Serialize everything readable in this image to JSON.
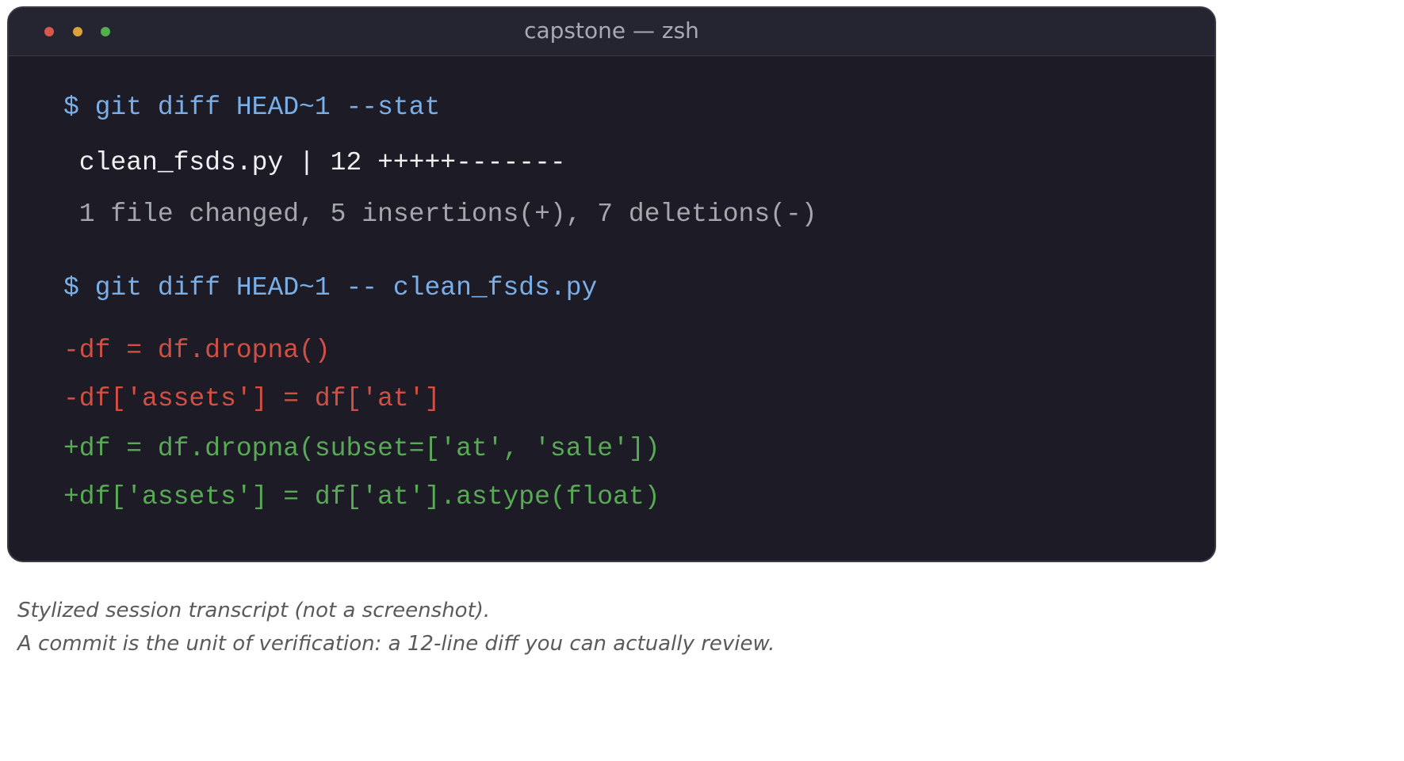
{
  "window": {
    "title": "capstone — zsh",
    "traffic_lights": [
      "close",
      "minimize",
      "zoom"
    ]
  },
  "terminal": {
    "cmd1": "$ git diff HEAD~1 --stat",
    "stat_line": " clean_fsds.py | 12 +++++-------",
    "summary_line": " 1 file changed, 5 insertions(+), 7 deletions(-)",
    "cmd2": "$ git diff HEAD~1 -- clean_fsds.py",
    "diff": [
      "-df = df.dropna()",
      "-df['assets'] = df['at']",
      "+df = df.dropna(subset=['at', 'sale'])",
      "+df['assets'] = df['at'].astype(float)"
    ]
  },
  "caption": {
    "line1": "Stylized session transcript (not a screenshot).",
    "line2": "A commit is the unit of verification: a 12-line diff you can actually review."
  },
  "colors": {
    "background": "#1c1b26",
    "titlebar": "#252431",
    "command": "#7aaee6",
    "deletion": "#d24f44",
    "addition": "#58aa55",
    "dot_red": "#d9584e",
    "dot_yellow": "#dca23a",
    "dot_green": "#52b04a"
  }
}
